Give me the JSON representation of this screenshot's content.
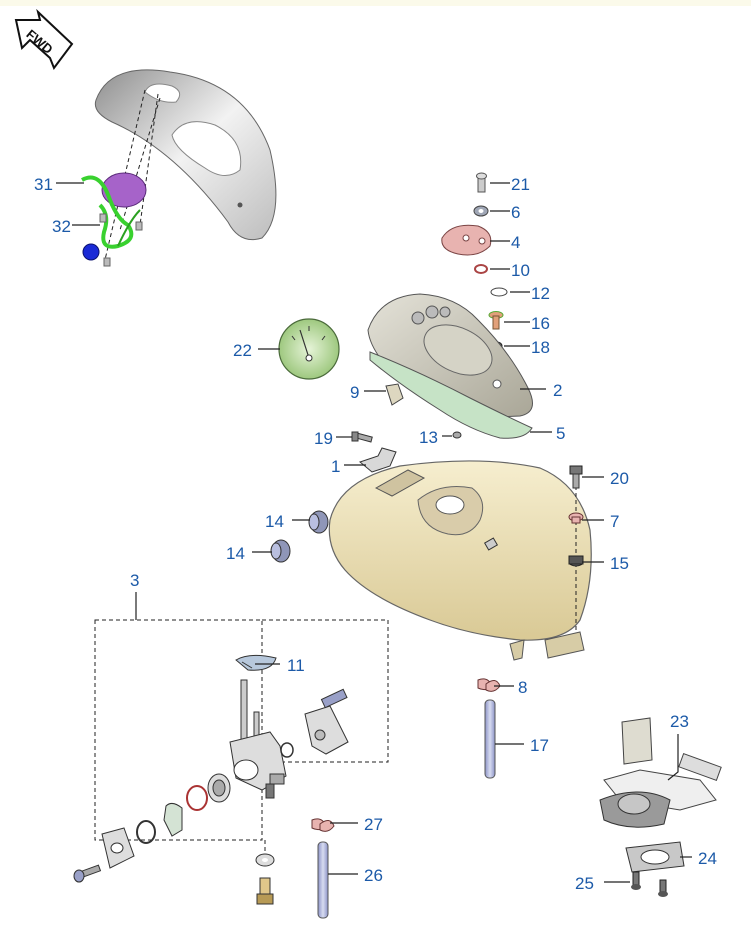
{
  "fwd_label": "FWD",
  "callouts": {
    "c1": "1",
    "c2": "2",
    "c3": "3",
    "c4": "4",
    "c5": "5",
    "c6": "6",
    "c7": "7",
    "c8": "8",
    "c9": "9",
    "c10": "10",
    "c11": "11",
    "c12": "12",
    "c13": "13",
    "c14a": "14",
    "c14b": "14",
    "c15": "15",
    "c16": "16",
    "c17": "17",
    "c18": "18",
    "c19": "19",
    "c20": "20",
    "c21": "21",
    "c22": "22",
    "c23": "23",
    "c24": "24",
    "c25": "25",
    "c26": "26",
    "c27": "27",
    "c31": "31",
    "c32": "32"
  },
  "colors": {
    "callout_text": "#1c5aa8",
    "tank": "#ece0b6",
    "console": "#c9c6b8",
    "gauge": "#b9d9a0",
    "plate": "#e8b3b0",
    "harness": "#39d12f",
    "bumper": "#8f96b8"
  }
}
